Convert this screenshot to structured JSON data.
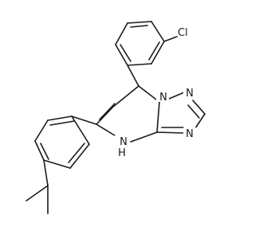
{
  "molecule": {
    "atoms": {
      "cl": "Cl",
      "n1": "N",
      "n2": "N",
      "n3": "N",
      "nh": "N",
      "h": "H"
    }
  }
}
